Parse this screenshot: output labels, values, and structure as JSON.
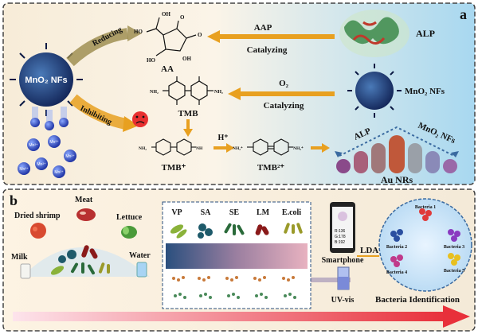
{
  "panel_a": {
    "label": "a",
    "flow_left": {
      "reducing": "Reducing",
      "inhibiting": "Inhibiting"
    },
    "mno2_left": "MnO₂ NFs",
    "mn_ion": "Mn²⁺",
    "aa": "AA",
    "aap": "AAP",
    "catalyzing1": "Catalyzing",
    "alp": "ALP",
    "o2": "O₂",
    "catalyzing2": "Catalyzing",
    "mno2_right": "MnO₂ NFs",
    "tmb": "TMB",
    "tmb_plus": "TMB⁺",
    "h_plus": "H⁺",
    "tmb_2plus": "TMB²⁺",
    "au_alp": "ALP",
    "au_mno2": "MnO₂ NFs",
    "au_nrs": "Au NRs",
    "struct_ho1": "HO",
    "struct_oh1": "OH",
    "struct_ho2": "HO",
    "struct_oh2": "OH",
    "struct_o1": "O",
    "struct_o2": "O",
    "struct_nh2": "NH₂",
    "struct_nh": "NH",
    "struct_nh_plus": "NH₂⁺"
  },
  "panel_b": {
    "label": "b",
    "foods": {
      "dried_shrimp": "Dried shrimp",
      "meat": "Meat",
      "lettuce": "Lettuce",
      "milk": "Milk",
      "water": "Water"
    },
    "bacteria_columns": [
      "VP",
      "SA",
      "SE",
      "LM",
      "E.coli"
    ],
    "smartphone": "Smartphone",
    "rgb": {
      "r": "R:136",
      "g": "G:178",
      "b": "B:192"
    },
    "lda": "LDA",
    "uvvis": "UV-vis",
    "bacteria_identification": "Bacteria Identification",
    "cluster_labels": [
      "Bacteria 1",
      "Bacteria 2",
      "Bacteria 3",
      "Bacteria 4",
      "Bacteria 5"
    ]
  },
  "colors": {
    "arrow_orange": "#e8a020",
    "panel_border": "#444444",
    "bottom_arrow": "#e8303a"
  }
}
